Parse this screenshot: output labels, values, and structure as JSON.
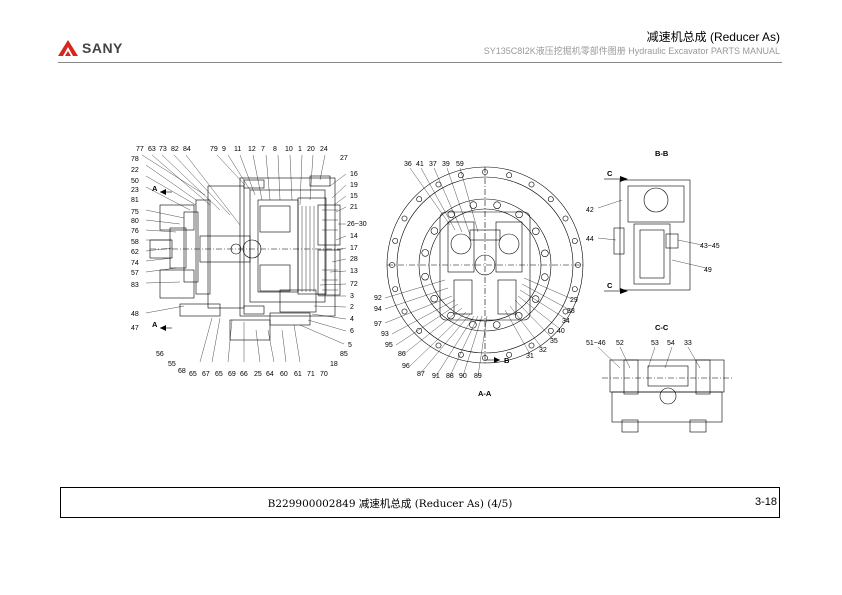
{
  "header": {
    "brand": "SANY",
    "title": "减速机总成 (Reducer As)",
    "subtitle": "SY135C8I2K液压挖掘机零部件图册 Hydraulic Excavator PARTS MANUAL"
  },
  "colors": {
    "brand_red": "#d7261d",
    "rule": "#888888"
  },
  "drawing": {
    "views": [
      {
        "name": "main",
        "callouts": [
          "77",
          "63",
          "73",
          "82",
          "84",
          "79",
          "9",
          "11",
          "12",
          "7",
          "8",
          "10",
          "1",
          "20",
          "24",
          "27",
          "78",
          "22",
          "50",
          "23",
          "81",
          "75",
          "80",
          "76",
          "58",
          "62",
          "74",
          "57",
          "83",
          "48",
          "47",
          "16",
          "19",
          "15",
          "21",
          "26~30",
          "14",
          "17",
          "28",
          "13",
          "72",
          "3",
          "2",
          "4",
          "6",
          "5",
          "85",
          "18",
          "70",
          "71",
          "61",
          "60",
          "64",
          "25",
          "66",
          "69",
          "65",
          "67",
          "65",
          "68",
          "55",
          "56"
        ],
        "section_marks": [
          "A",
          "A"
        ]
      },
      {
        "name": "A-A",
        "label": "A-A",
        "callouts": [
          "36",
          "41",
          "37",
          "39",
          "59",
          "92",
          "94",
          "97",
          "93",
          "95",
          "86",
          "96",
          "87",
          "91",
          "88",
          "90",
          "89",
          "31",
          "32",
          "35",
          "40",
          "34",
          "38",
          "29"
        ],
        "section_marks": [
          "B"
        ]
      },
      {
        "name": "B-B",
        "label": "B-B",
        "callouts": [
          "42",
          "44",
          "43~45",
          "49"
        ],
        "section_marks": [
          "C",
          "C"
        ]
      },
      {
        "name": "C-C",
        "label": "C-C",
        "callouts": [
          "51~46",
          "52",
          "53",
          "54",
          "33"
        ]
      }
    ]
  },
  "footer": {
    "caption": "B229900002849 减速机总成 (Reducer As) (4/5)",
    "page": "3-18"
  }
}
